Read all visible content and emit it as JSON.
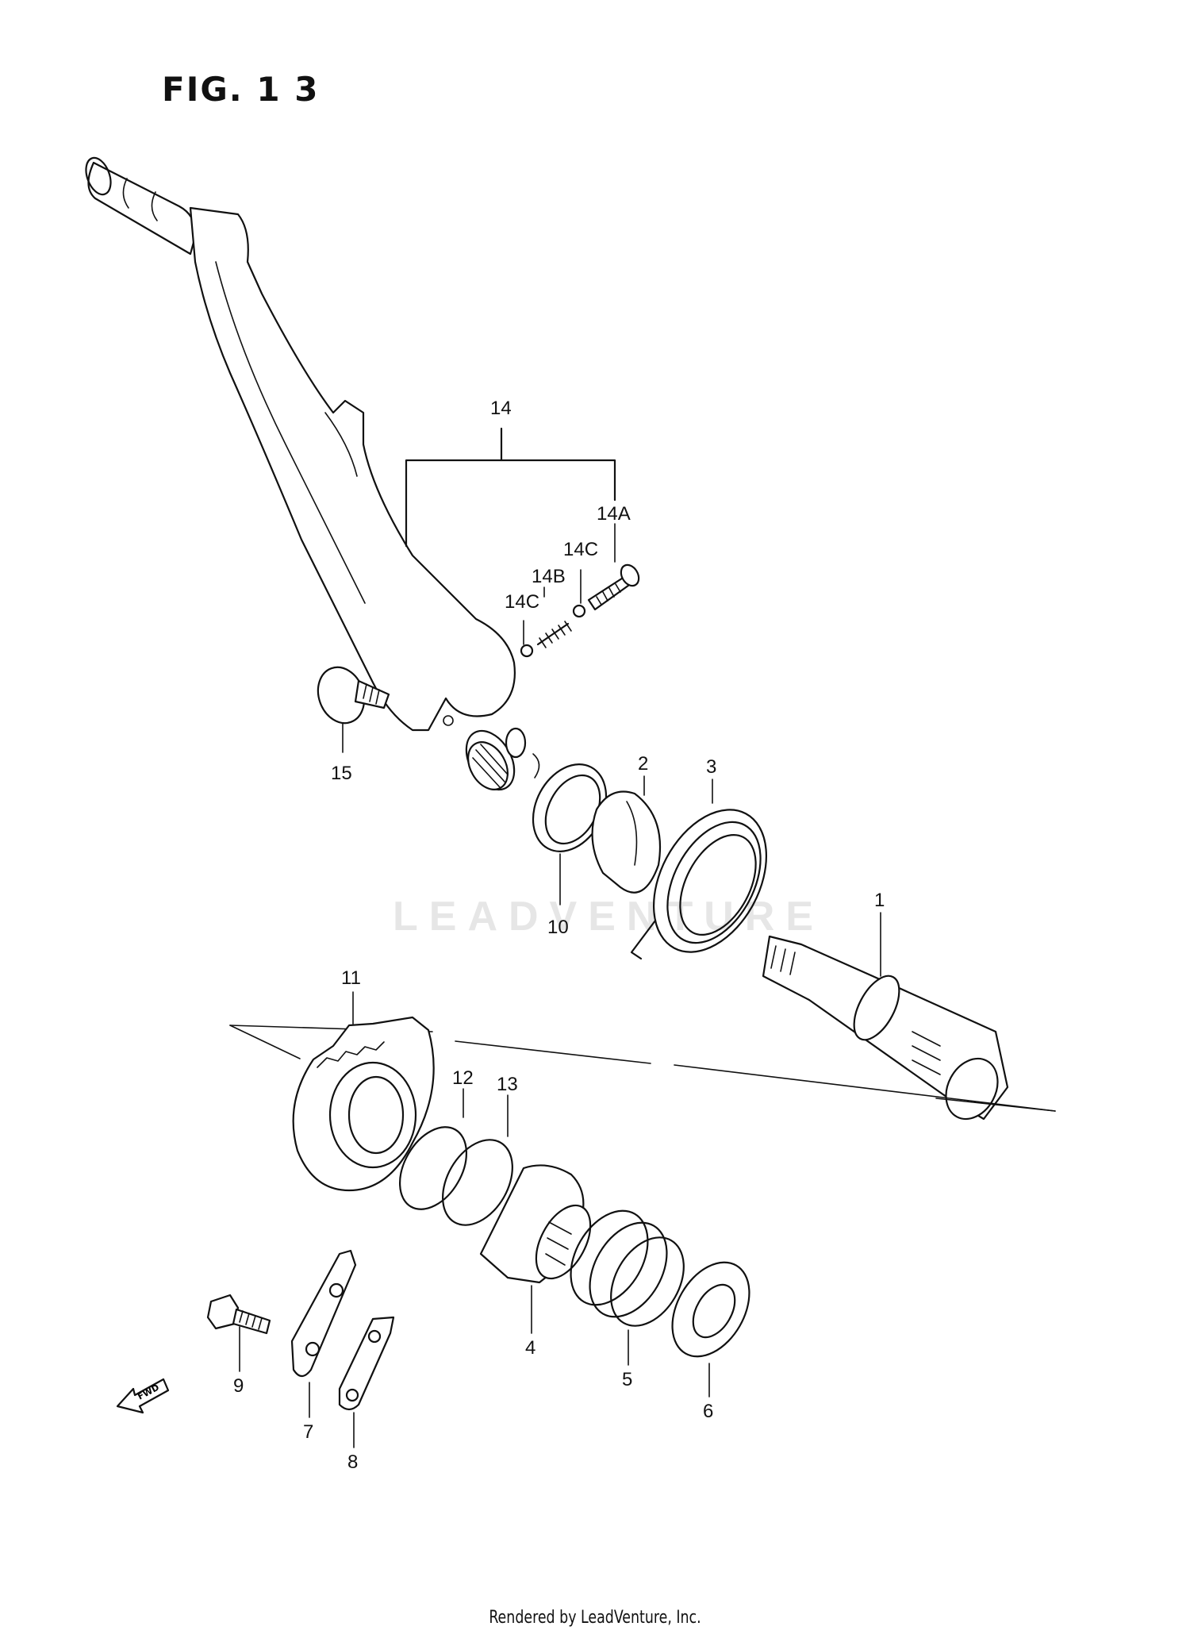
{
  "figure": {
    "title": "FIG. 1 3",
    "footer": "Rendered by LeadVenture, Inc.",
    "watermark": "LEADVENTURE",
    "fwd_arrow": {
      "label": "FWD",
      "icon": "fwd-arrow-icon"
    }
  },
  "callouts": {
    "c1": "1",
    "c2": "2",
    "c3": "3",
    "c4": "4",
    "c5": "5",
    "c6": "6",
    "c7": "7",
    "c8": "8",
    "c9": "9",
    "c10": "10",
    "c11": "11",
    "c12": "12",
    "c13": "13",
    "c14": "14",
    "c14a": "14A",
    "c14b": "14B",
    "c14c_left": "14C",
    "c14c_right": "14C",
    "c15": "15"
  }
}
